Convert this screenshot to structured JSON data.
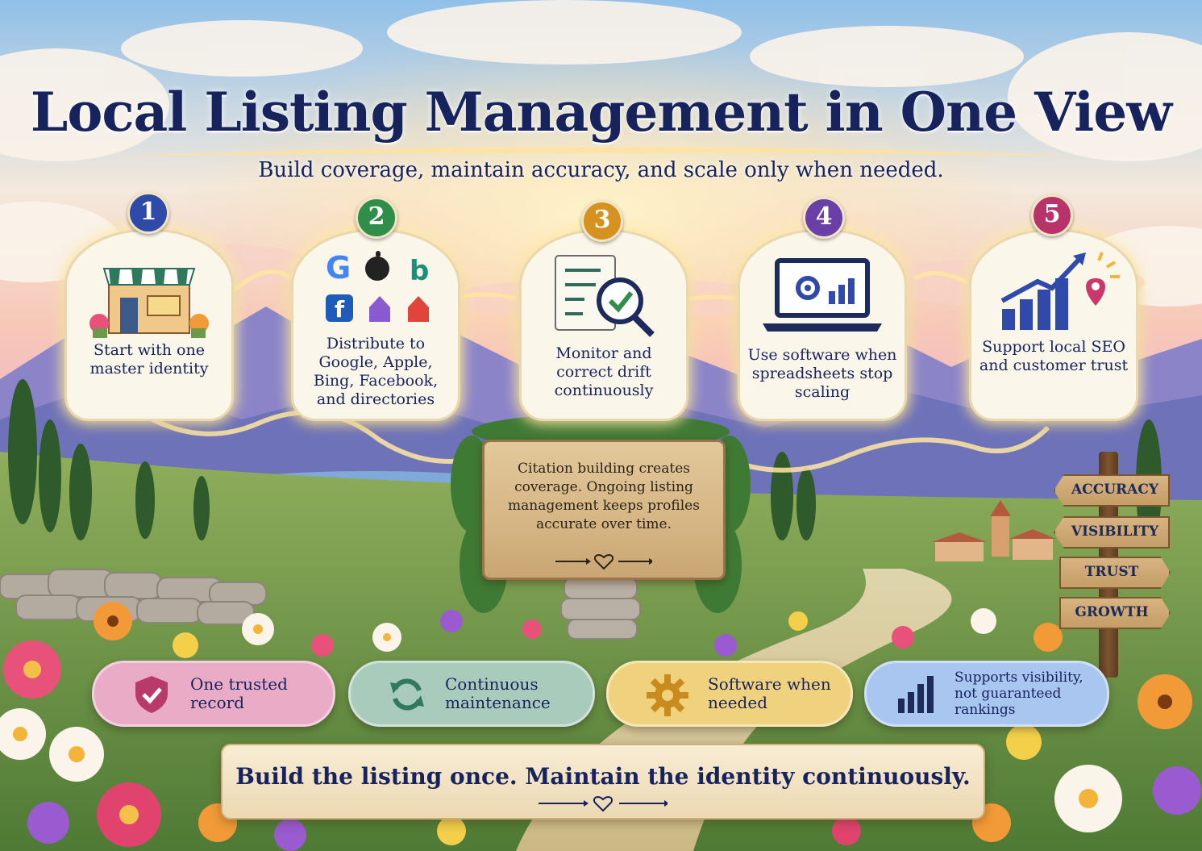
{
  "title": "Local Listing Management in One View",
  "subtitle": "Build coverage, maintain accuracy, and scale only when needed.",
  "steps": [
    {
      "number": "1",
      "label": "Start with one master identity",
      "color": "#2f4aa8",
      "icon": "storefront-icon"
    },
    {
      "number": "2",
      "label": "Distribute to Google, Apple, Bing, Facebook, and directories",
      "color": "#2f8f4a",
      "icon": "platform-logos-icon"
    },
    {
      "number": "3",
      "label": "Monitor and correct drift continuously",
      "color": "#d6921e",
      "icon": "magnifier-check-icon"
    },
    {
      "number": "4",
      "label": "Use software when spreadsheets stop scaling",
      "color": "#6b3fa8",
      "icon": "laptop-dashboard-icon"
    },
    {
      "number": "5",
      "label": "Support local SEO and customer trust",
      "color": "#b8336a",
      "icon": "growth-chart-icon"
    }
  ],
  "center_sign": {
    "text": "Citation building creates coverage. Ongoing listing management keeps profiles accurate over time."
  },
  "signpost": [
    "ACCURACY",
    "VISIBILITY",
    "TRUST",
    "GROWTH"
  ],
  "pills": [
    {
      "label": "One trusted record",
      "color": "#e8a7c4",
      "icon": "shield-check-icon"
    },
    {
      "label": "Continuous maintenance",
      "color": "#a9cbbb",
      "icon": "refresh-icon"
    },
    {
      "label": "Software when needed",
      "color": "#f0d27e",
      "icon": "gear-icon"
    },
    {
      "label": "Supports visibility, not guaranteed rankings",
      "color": "#a8c6ef",
      "icon": "bar-chart-icon"
    }
  ],
  "banner": {
    "text": "Build the listing once. Maintain the identity continuously."
  }
}
